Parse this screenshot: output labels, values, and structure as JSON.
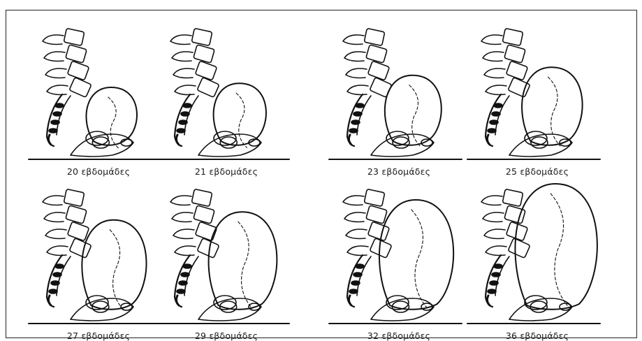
{
  "figure": {
    "panels": [
      {
        "label": "20 εβδομάδες",
        "weeks": 20
      },
      {
        "label": "21 εβδομάδες",
        "weeks": 21
      },
      {
        "label": "23 εβδομάδες",
        "weeks": 23
      },
      {
        "label": "25 εβδομάδες",
        "weeks": 25
      },
      {
        "label": "27 εβδομάδες",
        "weeks": 27
      },
      {
        "label": "29 εβδομάδες",
        "weeks": 29
      },
      {
        "label": "32 εβδομάδες",
        "weeks": 32
      },
      {
        "label": "36 εβδομάδες",
        "weeks": 36
      }
    ]
  }
}
